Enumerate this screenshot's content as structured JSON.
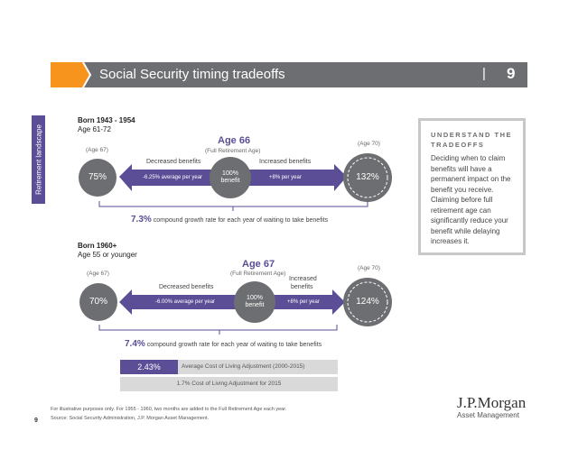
{
  "header": {
    "title": "Social Security timing tradeoffs",
    "separator": "|",
    "page": "9"
  },
  "side_tab": "Retirement landscape",
  "section1": {
    "born": "Born 1943 - 1954",
    "age_range": "Age 61-72",
    "fra_age": "Age 66",
    "fra_label": "(Full Retirement Age)",
    "left_age": "(Age 67)",
    "right_age": "(Age 70)",
    "left_value": "75%",
    "right_value": "132%",
    "center_value": "100%",
    "center_label": "benefit",
    "decreased_label": "Decreased benefits",
    "increased_label": "Increased benefits",
    "decrease_rate": "-6.25% average per year",
    "increase_rate": "+8% per year",
    "growth_value": "7.3%",
    "growth_text": "compound growth rate for each year of waiting to take benefits"
  },
  "section2": {
    "born": "Born 1960+",
    "age_range": "Age 55 or younger",
    "fra_age": "Age 67",
    "fra_label": "(Full Retirement Age)",
    "left_age": "(Age 67)",
    "right_age": "(Age 70)",
    "left_value": "70%",
    "right_value": "124%",
    "center_value": "100%",
    "center_label": "benefit",
    "decreased_label": "Decreased benefits",
    "increased_label_1": "Increased",
    "increased_label_2": "benefits",
    "decrease_rate": "-6.00% average per year",
    "increase_rate": "+8% per year",
    "growth_value": "7.4%",
    "growth_text": "compound growth rate for each year of waiting to take benefits"
  },
  "cola": {
    "value": "2.43%",
    "label": "Average Cost of Living Adjustment (2000-2015)",
    "label2": "1.7% Cost of Living Adjustment for 2015"
  },
  "understand": {
    "title": "UNDERSTAND THE TRADEOFFS",
    "body": "Deciding when to claim benefits will have a permanent impact on the benefit you receive. Claiming before full retirement age can significantly reduce your benefit while delaying increases it."
  },
  "footer": {
    "note": "For illustrative purposes only. For 1955 - 1960, two months are added to the Full Retirement Age each year.",
    "source": "Source: Social Security Administration, J.P. Morgan Asset Management.",
    "page": "9"
  },
  "brand": {
    "name": "J.P.Morgan",
    "sub": "Asset Management"
  },
  "colors": {
    "purple": "#5b4e96",
    "gray": "#6d6e71",
    "orange": "#f7941d"
  }
}
